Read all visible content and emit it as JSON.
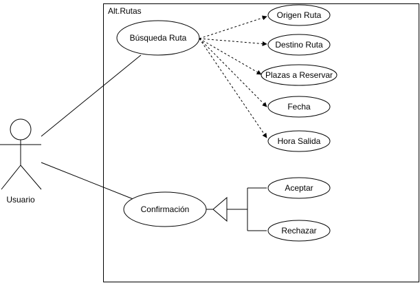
{
  "system": {
    "name": "Alt.Rutas"
  },
  "actor": {
    "name": "Usuario"
  },
  "use_cases": {
    "busqueda": "Búsqueda Ruta",
    "confirmacion": "Confirmación",
    "origen": "Origen Ruta",
    "destino": "Destino Ruta",
    "plazas": "Plazas a Reservar",
    "fecha": "Fecha",
    "hora": "Hora Salida",
    "aceptar": "Aceptar",
    "rechazar": "Rechazar"
  },
  "colors": {
    "stroke": "#000000",
    "background": "#ffffff"
  }
}
